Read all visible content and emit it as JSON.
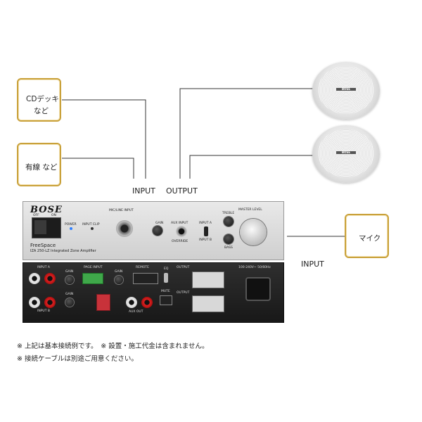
{
  "sources": {
    "cd_line1": "CDデッキ",
    "cd_line2": "など",
    "bgm_label": "有線 など",
    "mic_label": "マイク"
  },
  "connections": {
    "input_left": "INPUT",
    "output": "OUTPUT",
    "input_right": "INPUT"
  },
  "speakers": {
    "logo": "BOSE"
  },
  "amplifier_front": {
    "brand": "BOSE",
    "model_name": "FreeSpace",
    "model_desc": "IZA 250-LZ Integrated Zone Amplifier",
    "labels": {
      "off": "OFF",
      "on": "ON",
      "power": "POWER",
      "input_clip": "INPUT CLIP",
      "mic_line_input": "MIC/LINE INPUT",
      "gain": "GAIN",
      "aux_input": "AUX INPUT",
      "override": "OVERRIDE",
      "input_a": "INPUT A",
      "input_b": "INPUT B",
      "treble": "TREBLE",
      "bass": "BASS",
      "master_level": "MASTER LEVEL"
    }
  },
  "amplifier_rear": {
    "labels": {
      "input_a": "INPUT A",
      "input_b": "INPUT B",
      "gain": "GAIN",
      "page_input": "PAGE INPUT",
      "remote": "REMOTE",
      "eq": "EQ",
      "mute": "MUTE",
      "output": "OUTPUT",
      "aux_out": "AUX OUT",
      "voltage": "100-240V~ 50/60Hz"
    }
  },
  "notes": {
    "line1": "※ 上記は基本接続例です。　※ 設置・施工代金は含まれません。",
    "line2": "※ 接続ケーブルは別途ご用意ください。"
  },
  "colors": {
    "box_border": "#c9a13a",
    "line": "#333333"
  }
}
